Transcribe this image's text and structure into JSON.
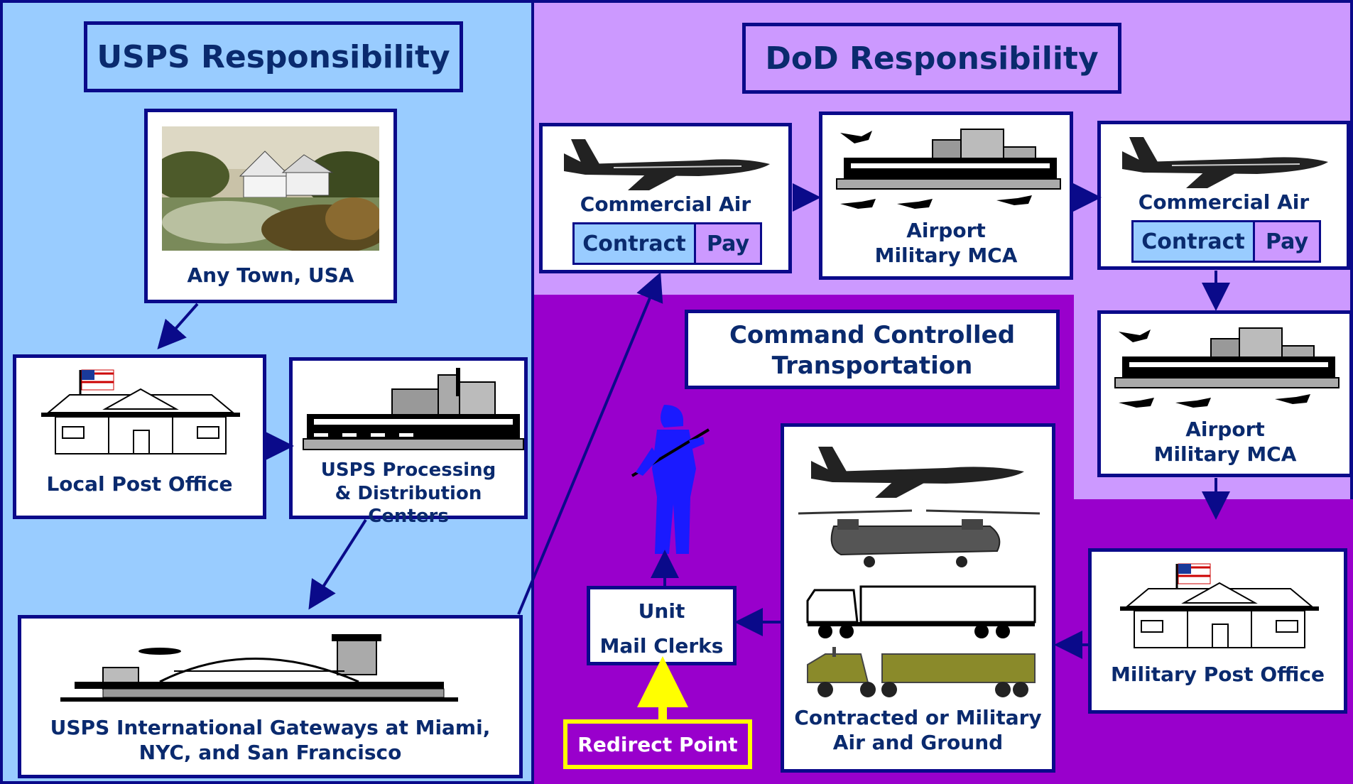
{
  "headers": {
    "usps": "USPS Responsibility",
    "dod": "DoD Responsibility",
    "command": [
      "Command Controlled",
      "Transportation"
    ]
  },
  "nodes": {
    "any_town": "Any Town, USA",
    "local_post_office": "Local Post Office",
    "processing": [
      "USPS Processing",
      "& Distribution Centers"
    ],
    "gateways": [
      "USPS International Gateways at Miami,",
      "NYC, and San Francisco"
    ],
    "commercial_air_1": "Commercial Air",
    "commercial_air_2": "Commercial Air",
    "contract": "Contract",
    "pay": "Pay",
    "airport_mca_1": [
      "Airport",
      "Military MCA"
    ],
    "airport_mca_2": [
      "Airport",
      "Military MCA"
    ],
    "military_post_office": "Military Post Office",
    "contracted": [
      "Contracted or Military",
      "Air and Ground"
    ],
    "unit_mail_clerks": [
      "Unit",
      "Mail Clerks"
    ],
    "redirect_point": "Redirect Point"
  },
  "colors": {
    "usps_panel": "#99ccff",
    "dod_panel": "#cc99ff",
    "command_zone": "#9900cc",
    "border": "#0a0a8a",
    "text": "#0a2a6e",
    "contract_fill": "#99ccff",
    "pay_fill": "#cc99ff",
    "redirect_border": "#ffff00",
    "soldier": "#1a1aff"
  },
  "icons": [
    "house-landscape-icon",
    "post-office-icon",
    "factory-icon",
    "airport-terminal-icon",
    "airplane-icon",
    "helicopter-icon",
    "truck-icon",
    "military-truck-icon",
    "soldier-icon"
  ]
}
